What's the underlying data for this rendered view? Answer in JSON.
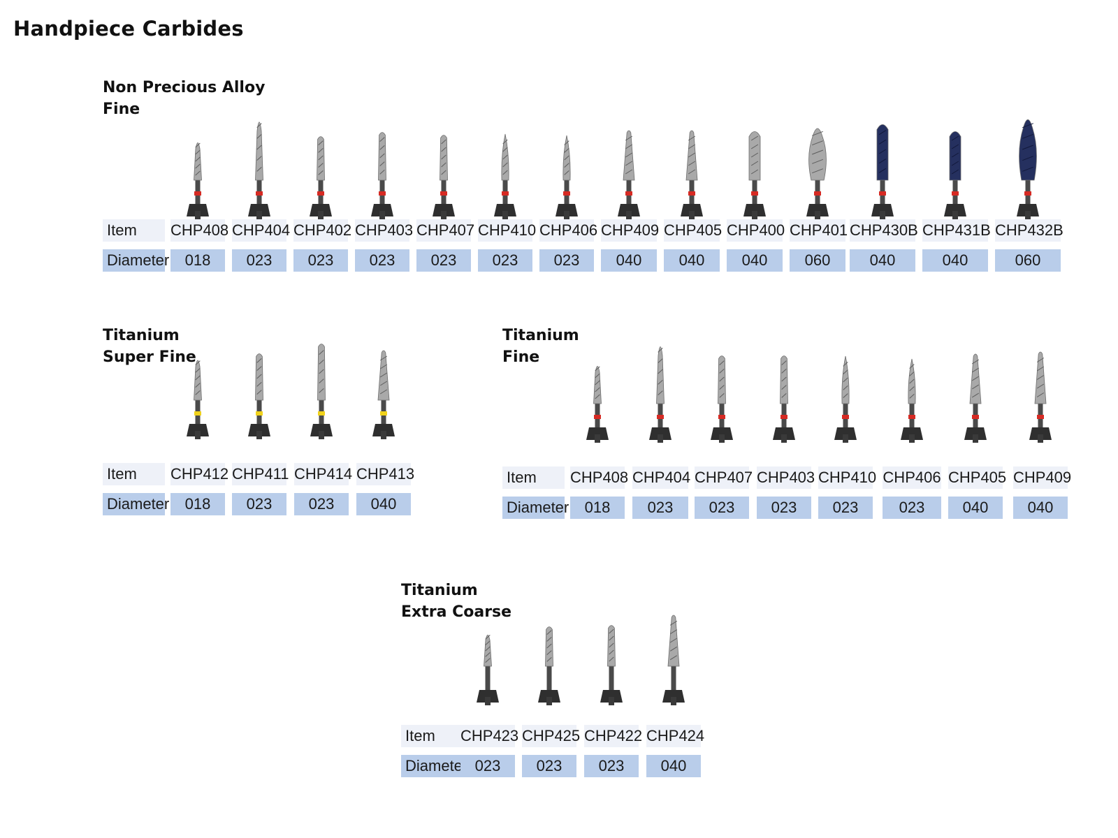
{
  "page": {
    "title": "Handpiece Carbides"
  },
  "labels": {
    "item": "Item",
    "diameter": "Diameter"
  },
  "colors": {
    "item_row_bg": "#eef1f8",
    "diameter_row_bg": "#b9cdea",
    "band_red": "#d62a23",
    "band_yellow": "#f0d21c",
    "shank_dark": "#2f2f2f",
    "steel": "#a9a9a9",
    "blue_coated": "#25305f"
  },
  "groups": [
    {
      "id": "npa-fine",
      "title_line1": "Non Precious Alloy",
      "title_line2": "Fine",
      "band": "red",
      "tools": [
        {
          "item": "CHP408",
          "diameter": "018",
          "shape": "needle",
          "finish": "steel"
        },
        {
          "item": "CHP404",
          "diameter": "023",
          "shape": "long-needle",
          "finish": "steel"
        },
        {
          "item": "CHP402",
          "diameter": "023",
          "shape": "round-cyl",
          "finish": "steel"
        },
        {
          "item": "CHP403",
          "diameter": "023",
          "shape": "round-cyl",
          "finish": "steel"
        },
        {
          "item": "CHP407",
          "diameter": "023",
          "shape": "round-cyl",
          "finish": "steel"
        },
        {
          "item": "CHP410",
          "diameter": "023",
          "shape": "flame",
          "finish": "steel"
        },
        {
          "item": "CHP406",
          "diameter": "023",
          "shape": "flame",
          "finish": "steel"
        },
        {
          "item": "CHP409",
          "diameter": "040",
          "shape": "cone",
          "finish": "steel"
        },
        {
          "item": "CHP405",
          "diameter": "040",
          "shape": "cone",
          "finish": "steel"
        },
        {
          "item": "CHP400",
          "diameter": "040",
          "shape": "cylinder",
          "finish": "steel"
        },
        {
          "item": "CHP401",
          "diameter": "060",
          "shape": "pear",
          "finish": "steel"
        },
        {
          "item": "CHP430B",
          "diameter": "040",
          "shape": "cylinder",
          "finish": "blue"
        },
        {
          "item": "CHP431B",
          "diameter": "040",
          "shape": "cylinder",
          "finish": "blue"
        },
        {
          "item": "CHP432B",
          "diameter": "060",
          "shape": "big-cyl",
          "finish": "blue"
        }
      ]
    },
    {
      "id": "ti-super-fine",
      "title_line1": "Titanium",
      "title_line2": "Super Fine",
      "band": "yellow",
      "tools": [
        {
          "item": "CHP412",
          "diameter": "018",
          "shape": "needle",
          "finish": "steel"
        },
        {
          "item": "CHP411",
          "diameter": "023",
          "shape": "round-cyl",
          "finish": "steel"
        },
        {
          "item": "CHP414",
          "diameter": "023",
          "shape": "tall-cyl",
          "finish": "steel"
        },
        {
          "item": "CHP413",
          "diameter": "040",
          "shape": "cone",
          "finish": "steel"
        }
      ]
    },
    {
      "id": "ti-fine",
      "title_line1": "Titanium",
      "title_line2": "Fine",
      "band": "red",
      "tools": [
        {
          "item": "CHP408",
          "diameter": "018",
          "shape": "needle",
          "finish": "steel"
        },
        {
          "item": "CHP404",
          "diameter": "023",
          "shape": "long-needle",
          "finish": "steel"
        },
        {
          "item": "CHP407",
          "diameter": "023",
          "shape": "round-cyl",
          "finish": "steel"
        },
        {
          "item": "CHP403",
          "diameter": "023",
          "shape": "round-cyl",
          "finish": "steel"
        },
        {
          "item": "CHP410",
          "diameter": "023",
          "shape": "flame",
          "finish": "steel"
        },
        {
          "item": "CHP406",
          "diameter": "023",
          "shape": "flame",
          "finish": "steel"
        },
        {
          "item": "CHP405",
          "diameter": "040",
          "shape": "cone",
          "finish": "steel"
        },
        {
          "item": "CHP409",
          "diameter": "040",
          "shape": "cone",
          "finish": "steel"
        }
      ]
    },
    {
      "id": "ti-extra-coarse",
      "title_line1": "Titanium",
      "title_line2": "Extra Coarse",
      "band": "none",
      "tools": [
        {
          "item": "CHP423",
          "diameter": "023",
          "shape": "needle",
          "finish": "steel"
        },
        {
          "item": "CHP425",
          "diameter": "023",
          "shape": "round-cyl",
          "finish": "steel"
        },
        {
          "item": "CHP422",
          "diameter": "023",
          "shape": "round-cyl",
          "finish": "steel"
        },
        {
          "item": "CHP424",
          "diameter": "040",
          "shape": "cone",
          "finish": "steel"
        }
      ]
    }
  ]
}
